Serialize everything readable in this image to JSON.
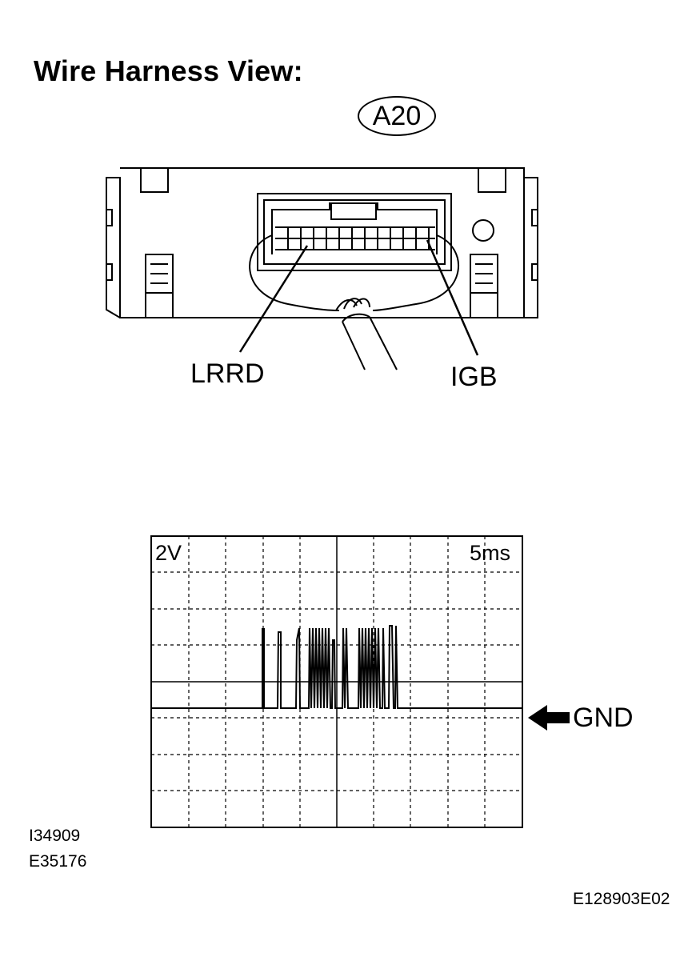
{
  "title": "Wire Harness View:",
  "connector": {
    "id": "A20",
    "pins": [
      {
        "label": "LRRD"
      },
      {
        "label": "IGB"
      }
    ]
  },
  "waveform": {
    "voltage_division": "2V",
    "time_division": "5ms",
    "ground_label": "GND"
  },
  "codes": [
    "I34909",
    "E35176",
    "E128903E02"
  ]
}
